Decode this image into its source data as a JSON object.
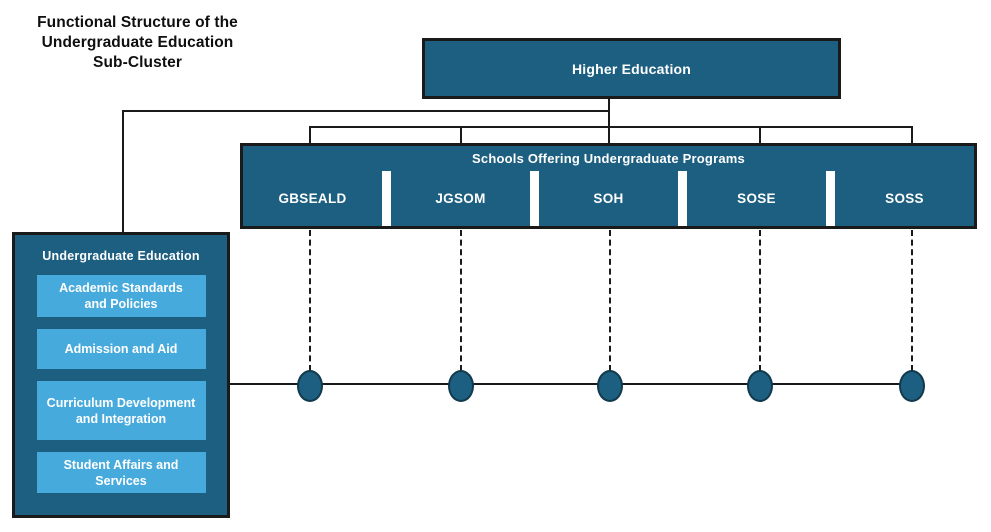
{
  "title": {
    "lines": [
      "Functional Structure of the",
      "Undergraduate Education",
      "Sub-Cluster"
    ]
  },
  "top_box": {
    "label": "Higher Education"
  },
  "schools": {
    "header": "Schools Offering Undergraduate Programs",
    "items": [
      "GBSEALD",
      "JGSOM",
      "SOH",
      "SOSE",
      "SOSS"
    ]
  },
  "cluster": {
    "title": "Undergraduate Education",
    "functions": [
      "Academic Standards and Policies",
      "Admission and Aid",
      "Curriculum Development and Integration",
      "Student Affairs and Services"
    ]
  },
  "colors": {
    "dark_teal": "#1d5f80",
    "light_blue": "#47aadc",
    "line": "#1a1a1a",
    "dot_border": "#123a4d"
  }
}
